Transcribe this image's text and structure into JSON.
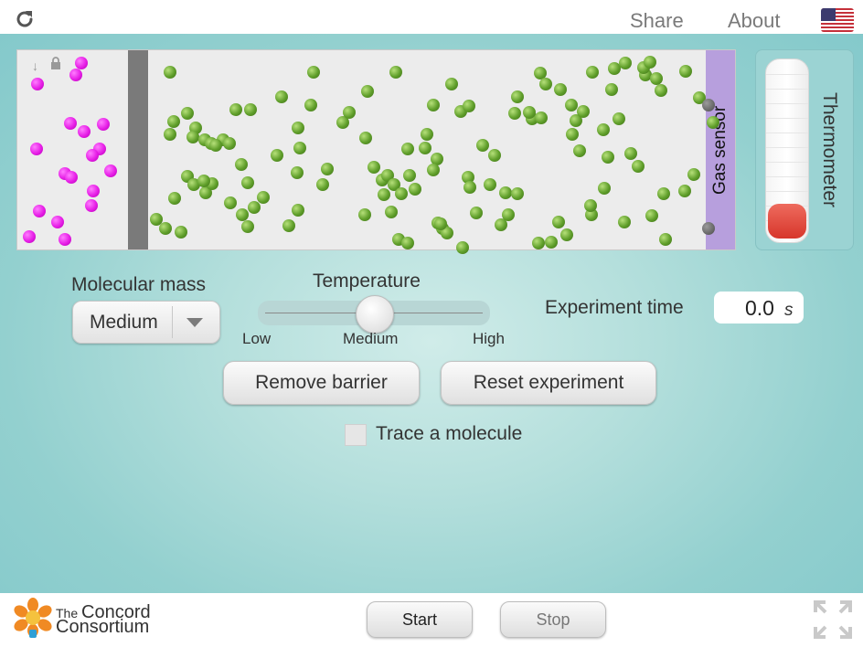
{
  "topbar": {
    "share_label": "Share",
    "about_label": "About",
    "reload_icon": "reload-icon",
    "flag_icon": "us-flag-icon"
  },
  "container": {
    "sensor_label": "Gas sensor"
  },
  "thermometer": {
    "label": "Thermometer",
    "level": 0.2
  },
  "controls": {
    "molecular_mass_label": "Molecular mass",
    "molecular_mass_value": "Medium",
    "temperature_label": "Temperature",
    "temperature_low": "Low",
    "temperature_medium": "Medium",
    "temperature_high": "High",
    "temperature_value": 0.5,
    "experiment_time_label": "Experiment time",
    "experiment_time_value": "0.0",
    "experiment_time_unit": "s",
    "remove_barrier_label": "Remove barrier",
    "reset_experiment_label": "Reset experiment",
    "trace_label": "Trace a molecule",
    "trace_checked": false
  },
  "footer": {
    "logo_line1_prefix": "The",
    "logo_line1": "Concord",
    "logo_line2": "Consortium",
    "start_label": "Start",
    "stop_label": "Stop"
  },
  "colors": {
    "heavy_molecule": "#e61ee6",
    "light_molecule": "#5f9e2a",
    "sensor": "#b79fdd",
    "barrier": "#7a7a7a"
  }
}
